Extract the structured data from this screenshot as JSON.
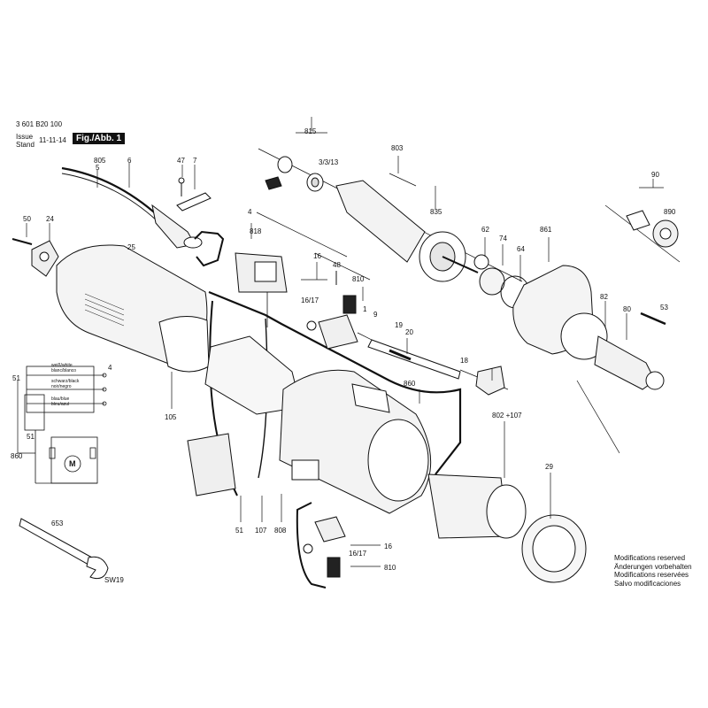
{
  "document": {
    "part_number": "3 601 B20 100",
    "figure_badge": "Fig./Abb. 1",
    "issue_label_en": "Issue",
    "issue_label_de": "Stand",
    "issue_date": "11-11-14"
  },
  "footer": {
    "lines": [
      "Modifications reserved",
      "Änderungen vorbehalten",
      "Modifications reservées",
      "Salvo modificaciones"
    ]
  },
  "wiring": {
    "wire_labels": [
      "weiß/white",
      "blanc/blanco",
      "schwarz/black",
      "noir/negro",
      "blau/blue",
      "bleu/azul"
    ],
    "motor_symbol": "M"
  },
  "callouts": {
    "c815": "815",
    "c803": "803",
    "c3313": "3/3/13",
    "c835": "835",
    "c90": "90",
    "c890": "890",
    "c805": "805",
    "c5": "5",
    "c6": "6",
    "c47": "47",
    "c7": "7",
    "c50": "50",
    "c24": "24",
    "c25": "25",
    "c4a": "4",
    "c818": "818",
    "c62": "62",
    "c74": "74",
    "c64": "64",
    "c861": "861",
    "c16a": "16",
    "c48": "48",
    "c810a": "810",
    "c1617a": "16/17",
    "c1": "1",
    "c9": "9",
    "c19": "19",
    "c20": "20",
    "c82": "82",
    "c80": "80",
    "c53": "53",
    "c18": "18",
    "c860a": "860",
    "c802": "802 +107",
    "c51a": "51",
    "c4b": "4",
    "c51b": "51",
    "c860b": "860",
    "c105": "105",
    "c29": "29",
    "c51c": "51",
    "c107": "107",
    "c808": "808",
    "c16b": "16",
    "c1617b": "16/17",
    "c810b": "810",
    "c653": "653",
    "csw19": "SW19"
  }
}
